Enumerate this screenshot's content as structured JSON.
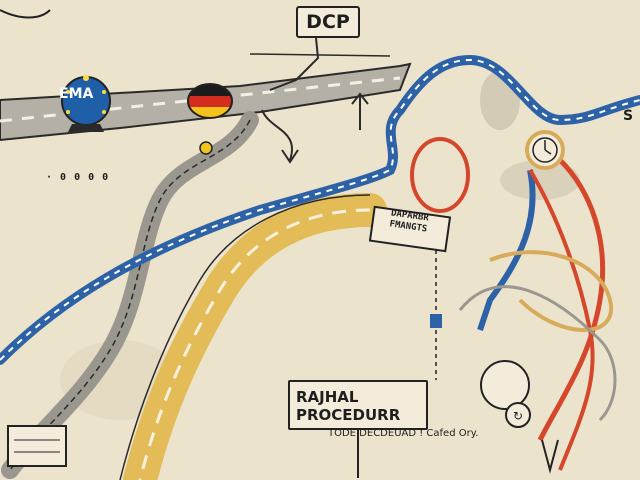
{
  "labels": {
    "dcp": "DCP",
    "ema": "EMA",
    "right_badge": "S",
    "procedure_line1": "RAJHAL",
    "procedure_line2": "PROCEDURR",
    "procedure_note": "TODE DECDEUAD ! Cafed Ory.",
    "sign_text": "DAPARBR FMANGTS",
    "small_marks": "· 0 0 0 0"
  },
  "colors": {
    "paper": "#ece3cd",
    "road": "#b4b0a6",
    "blue_route": "#2d63a6",
    "yellow_route": "#e3bc58",
    "red_route": "#d5472b",
    "ink": "#222222",
    "flag_black": "#1b1b1b",
    "flag_red": "#d42d1f",
    "flag_gold": "#f4c21c",
    "ema_blue": "#1f5fa8"
  },
  "icons": [
    "eu-flag-icon",
    "german-flag-icon",
    "arrow-icon",
    "clock-icon",
    "building-icon"
  ]
}
